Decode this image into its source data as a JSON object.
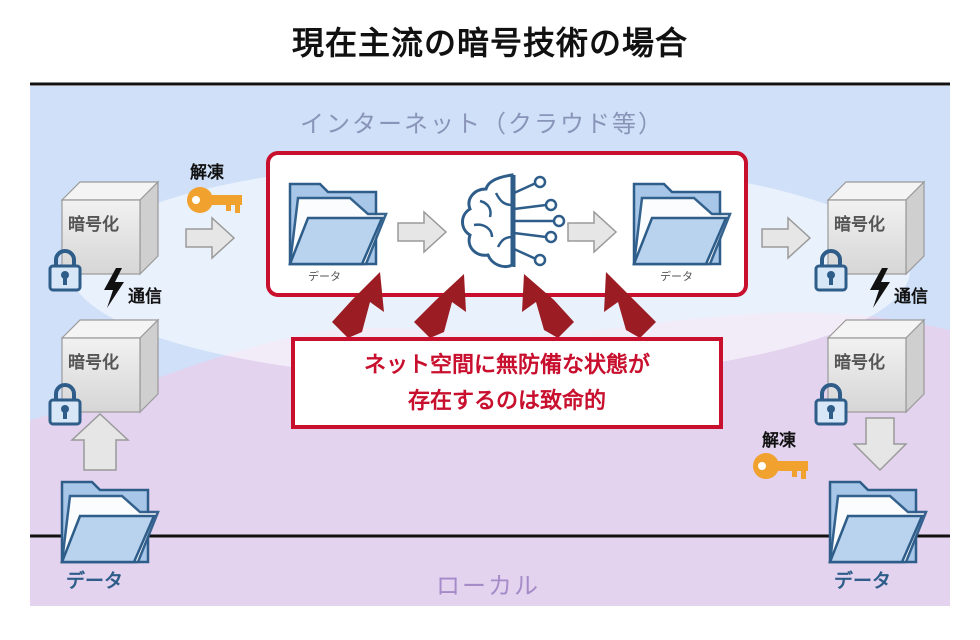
{
  "title": "現在主流の暗号技術の場合",
  "internet_label": "インターネット（クラウド等）",
  "local_label": "ローカル",
  "left": {
    "upper_box": "暗号化",
    "lower_box": "暗号化",
    "comm": "通信",
    "decrypt": "解凍",
    "data": "データ"
  },
  "center": {
    "data_left": "データ",
    "data_right": "データ"
  },
  "right": {
    "upper_box": "暗号化",
    "lower_box": "暗号化",
    "comm": "通信",
    "decrypt": "解凍",
    "data": "データ"
  },
  "warning": {
    "line1": "ネット空間に無防備な状態が",
    "line2": "存在するのは致命的"
  },
  "colors": {
    "internet_bg": "#cfe0f8",
    "local_bg": "#e3d3ef",
    "alert_red": "#c8102e",
    "arrow_dark_red": "#9b1c22",
    "key_orange": "#f0a12e",
    "folder_blue": "#b9d3ef",
    "lock_blue": "#2e5d8a"
  }
}
